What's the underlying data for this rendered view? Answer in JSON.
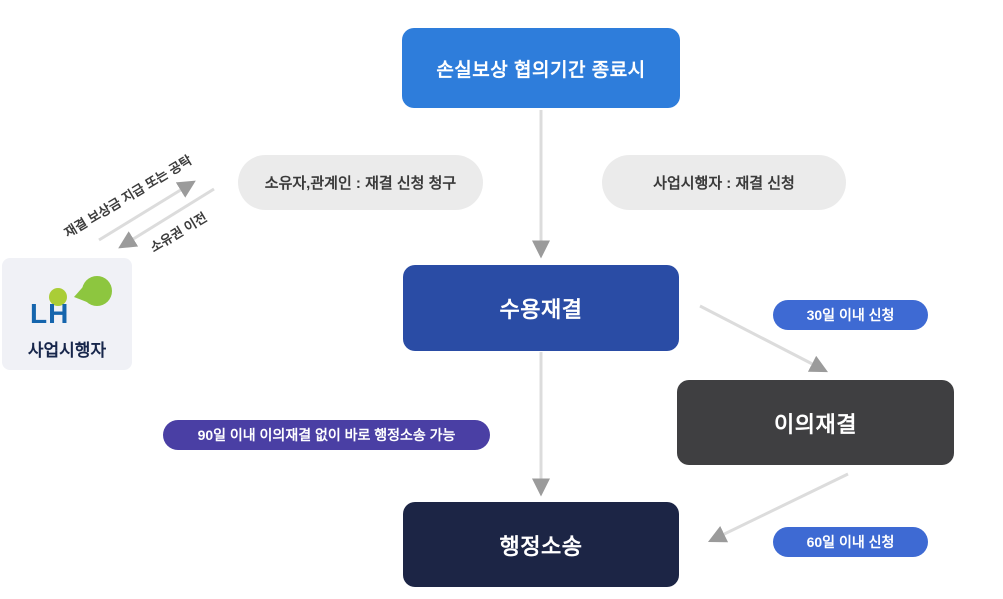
{
  "flow": {
    "start_label": "손실보상 협의기간 종료시",
    "owner_request": "소유자,관계인 : 재결 신청 청구",
    "developer_request": "사업시행자 : 재결 신청",
    "expropriation": "수용재결",
    "objection": "이의재결",
    "litigation": "행정소송",
    "badge_30": "30일 이내 신청",
    "badge_60": "60일 이내 신청",
    "badge_90": "90일 이내 이의재결 없이 바로 행정소송 가능",
    "payment_label": "재결 보상금 지급 또는 공탁",
    "ownership_label": "소유권 이전",
    "agency": {
      "logo": "LH",
      "label": "사업시행자"
    }
  },
  "colors": {
    "start_box": "#2e7ddb",
    "expropriation_box": "#2a4ca5",
    "objection_box": "#3f3f41",
    "litigation_box": "#1c2545",
    "badge_blue": "#3e6ad3",
    "badge_purple": "#4a3fa4",
    "pill_gray": "#ebebeb",
    "lh_card": "#f0f1f6",
    "lh_blue": "#1565ad",
    "lh_green_large": "#8dc63f",
    "lh_green_small": "#aacd36",
    "arrow_line": "#dcdcdc",
    "arrow_head": "#9b9b9b"
  }
}
